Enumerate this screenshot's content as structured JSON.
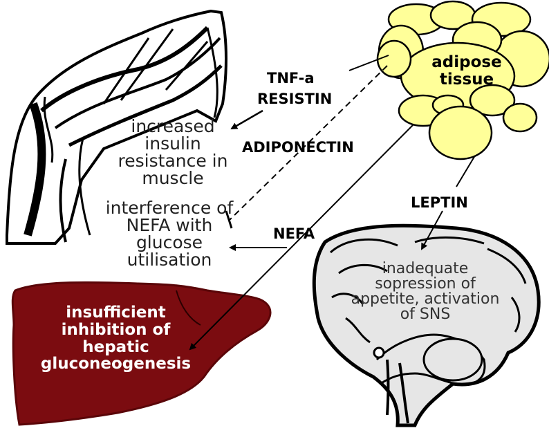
{
  "muscle": {
    "insulin_resistance": "increased insulin resistance in muscle",
    "nefa_interference": "interference of NEFA with glucose utilisation"
  },
  "adipose": {
    "label_line1": "adipose",
    "label_line2": "tissue"
  },
  "signals": {
    "tnf": "TNF-a",
    "resistin": "RESISTIN",
    "adiponectin": "ADIPONECTIN",
    "leptin": "LEPTIN",
    "nefa": "NEFA"
  },
  "liver": {
    "text": "insufficient inhibition of hepatic gluconeogenesis"
  },
  "brain": {
    "text": "inadequate sopression of appetite, activation of SNS"
  },
  "colors": {
    "liver": "#7b0c10",
    "adipose": "#ffff99",
    "brain": "#e6e6e6",
    "muscle": "#000000"
  }
}
